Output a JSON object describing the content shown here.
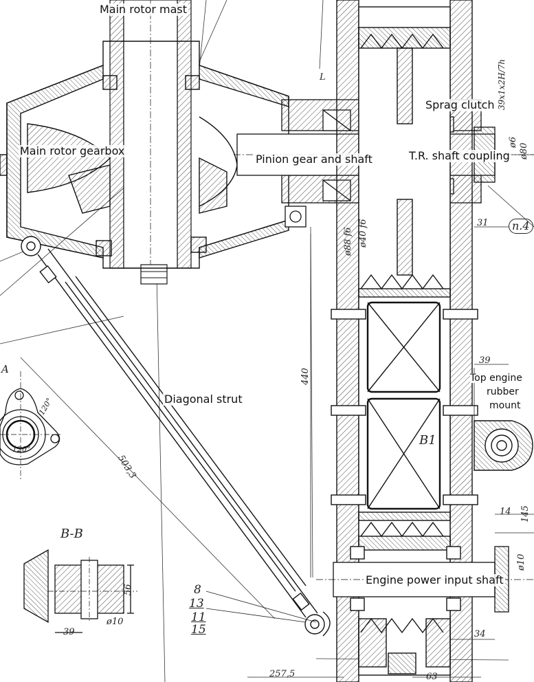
{
  "labels": {
    "main_rotor_mast": "Main rotor mast",
    "main_rotor_gearbox": "Main rotor gearbox",
    "sprag_clutch": "Sprag clutch",
    "pinion_gear_and_shaft": "Pinion gear and shaft",
    "tr_shaft_coupling": "T.R. shaft coupling",
    "diagonal_strut": "Diagonal strut",
    "top_engine_rubber_mount_1": "Top engine",
    "top_engine_rubber_mount_2": "rubber",
    "top_engine_rubber_mount_3": "mount",
    "engine_power_input_shaft": "Engine power input shaft"
  },
  "section_labels": {
    "b_b": "B-B",
    "b1": "B1",
    "a": "A",
    "n4": "п.4"
  },
  "dimensions": {
    "d_440": "440",
    "d_503_3": "503,3",
    "d_257_5": "257,5",
    "d_63": "63",
    "d_39_top": "39",
    "d_39_bottom": "39",
    "d_34": "34",
    "d_14": "14",
    "d_145": "145",
    "d_31": "31",
    "d_56": "56",
    "d_phi10_bottom": "ø10",
    "d_phi10_right": "ø10",
    "d_phi6": "ø6",
    "d_phi80": "ø80",
    "d_phi88": "ø88 f6",
    "d_phi40": "ø40 f6",
    "d_spline": "39x1x2H/7h",
    "d_L": "L",
    "d_120_a": "120°",
    "d_120_b": "120°"
  },
  "part_numbers": [
    "8",
    "13",
    "11",
    "15"
  ],
  "colors": {
    "line": "#1a1a1a",
    "hatch": "#555555",
    "paper": "#ffffff"
  }
}
